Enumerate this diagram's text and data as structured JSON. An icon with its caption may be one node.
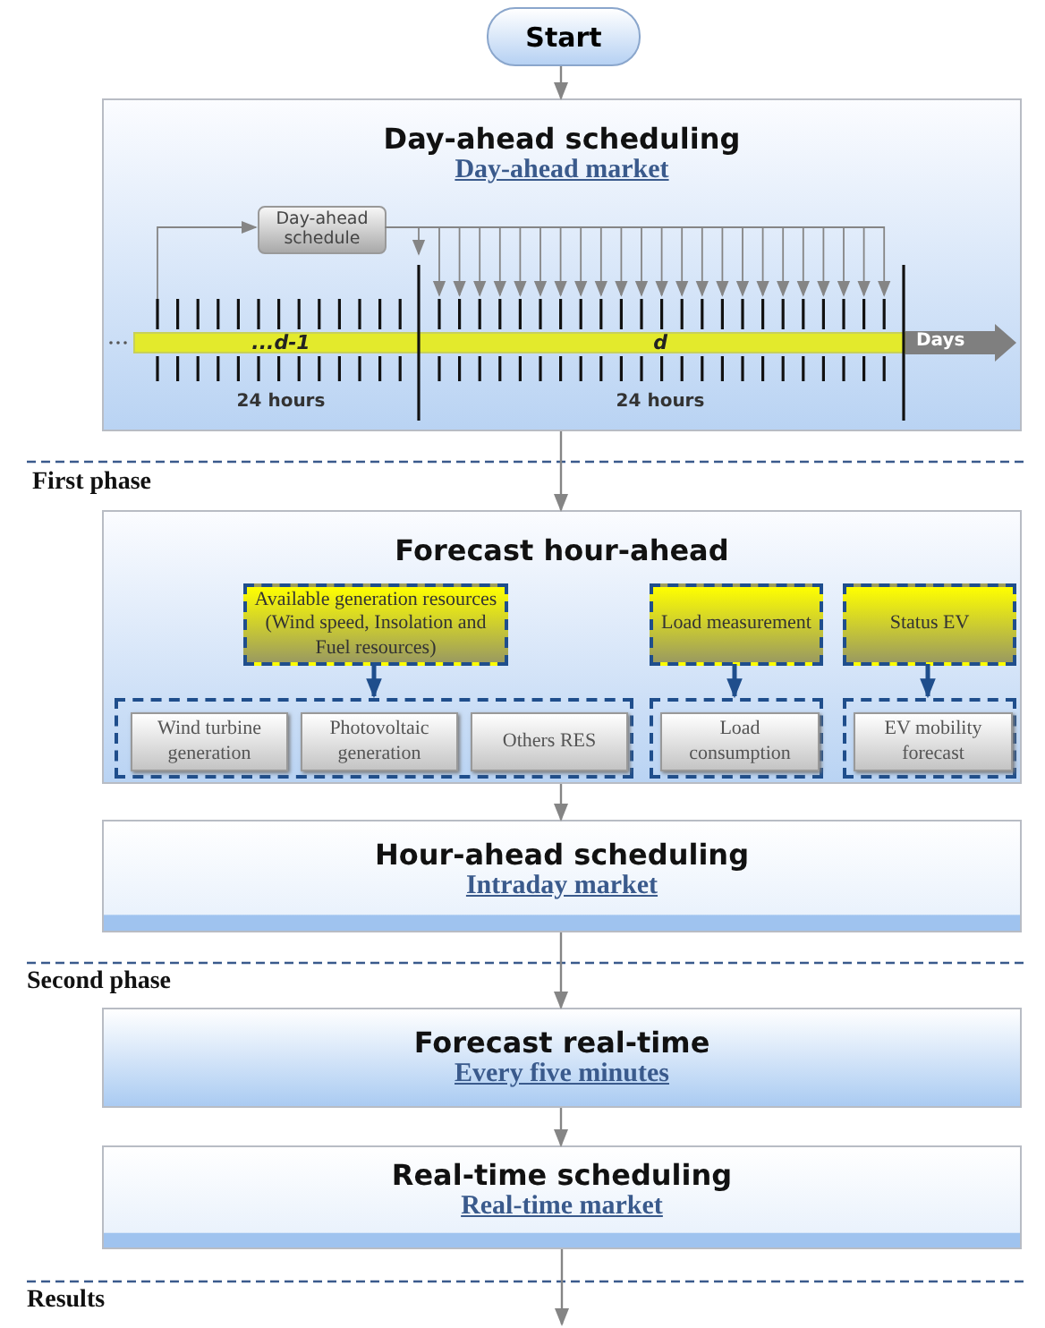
{
  "diagram": {
    "nodes": [
      {
        "text": [
          "Start"
        ]
      },
      {
        "text": [
          "Day-ahead scheduling",
          "Day-ahead market"
        ]
      },
      {
        "text": [
          "Day-ahead schedule"
        ],
        "in": 1
      },
      {
        "text": [
          "Forecast hour-ahead"
        ]
      },
      {
        "text": [
          "Available generation resources (Wind speed, Insolation and Fuel resources)"
        ],
        "in": 3
      },
      {
        "text": [
          "Load measurement"
        ],
        "in": 3
      },
      {
        "text": [
          "Status EV"
        ],
        "in": 3
      },
      {
        "text": [],
        "shape": "box",
        "in": 3
      },
      {
        "text": [
          "Wind turbine generation"
        ],
        "in": 7
      },
      {
        "text": [
          "Photovoltaic generation"
        ],
        "in": 7
      },
      {
        "text": [
          "Others RES"
        ],
        "in": 7
      },
      {
        "text": [],
        "shape": "box",
        "in": 3
      },
      {
        "text": [
          "Load consumption"
        ],
        "in": 11
      },
      {
        "text": [],
        "shape": "box",
        "in": 3
      },
      {
        "text": [
          "EV mobility forecast"
        ],
        "in": 13
      },
      {
        "text": [
          "Hour-ahead scheduling",
          "Intraday market"
        ]
      },
      {
        "text": [
          "Forecast real-time",
          "Every five minutes"
        ]
      },
      {
        "text": [
          "Real-time scheduling",
          "Real-time market"
        ]
      }
    ],
    "edges": [
      {
        "from": 0,
        "to": 1,
        "arrow": "to"
      },
      {
        "from": null,
        "to": 2,
        "arrow": "to"
      },
      {
        "from": 2,
        "to": null,
        "arrow": "to"
      },
      {
        "from": 2,
        "to": null,
        "arrow": "to"
      },
      {
        "from": 2,
        "to": null,
        "arrow": "to"
      },
      {
        "from": 2,
        "to": null,
        "arrow": "to"
      },
      {
        "from": 2,
        "to": null,
        "arrow": "to"
      },
      {
        "from": 2,
        "to": null,
        "arrow": "to"
      },
      {
        "from": 2,
        "to": null,
        "arrow": "to"
      },
      {
        "from": 2,
        "to": null,
        "arrow": "to"
      },
      {
        "from": 2,
        "to": null,
        "arrow": "to"
      },
      {
        "from": 2,
        "to": null,
        "arrow": "to"
      },
      {
        "from": 2,
        "to": null,
        "arrow": "to"
      },
      {
        "from": 2,
        "to": null,
        "arrow": "to"
      },
      {
        "from": 2,
        "to": null,
        "arrow": "to"
      },
      {
        "from": 2,
        "to": null,
        "arrow": "to"
      },
      {
        "from": 2,
        "to": null,
        "arrow": "to"
      },
      {
        "from": 2,
        "to": null,
        "arrow": "to"
      },
      {
        "from": 2,
        "to": null,
        "arrow": "to"
      },
      {
        "from": 2,
        "to": null,
        "arrow": "to"
      },
      {
        "from": 2,
        "to": null,
        "arrow": "to"
      },
      {
        "from": 2,
        "to": null,
        "arrow": "to"
      },
      {
        "from": 2,
        "to": null,
        "arrow": "to"
      },
      {
        "from": 2,
        "to": null,
        "arrow": "to"
      },
      {
        "from": 2,
        "to": null,
        "arrow": "to"
      },
      {
        "from": 2,
        "to": null,
        "arrow": "to"
      },
      {
        "from": 1,
        "to": 3,
        "arrow": "to"
      },
      {
        "from": 4,
        "to": 7,
        "arrow": "to",
        "style": "thick",
        "color": "#1f4e8c"
      },
      {
        "from": 5,
        "to": 11,
        "arrow": "to",
        "style": "thick",
        "color": "#1f4e8c"
      },
      {
        "from": 6,
        "to": 13,
        "arrow": "to",
        "style": "thick",
        "color": "#1f4e8c"
      },
      {
        "from": 3,
        "to": 15,
        "arrow": "to"
      },
      {
        "from": 15,
        "to": 16,
        "arrow": "to"
      },
      {
        "from": 16,
        "to": 17,
        "arrow": "to"
      },
      {
        "from": 17,
        "to": null,
        "arrow": "to"
      }
    ],
    "labels": [
      "...d-1",
      "d",
      "Days",
      "24 hours",
      "24 hours",
      "First phase",
      "Second phase",
      "Results"
    ]
  }
}
